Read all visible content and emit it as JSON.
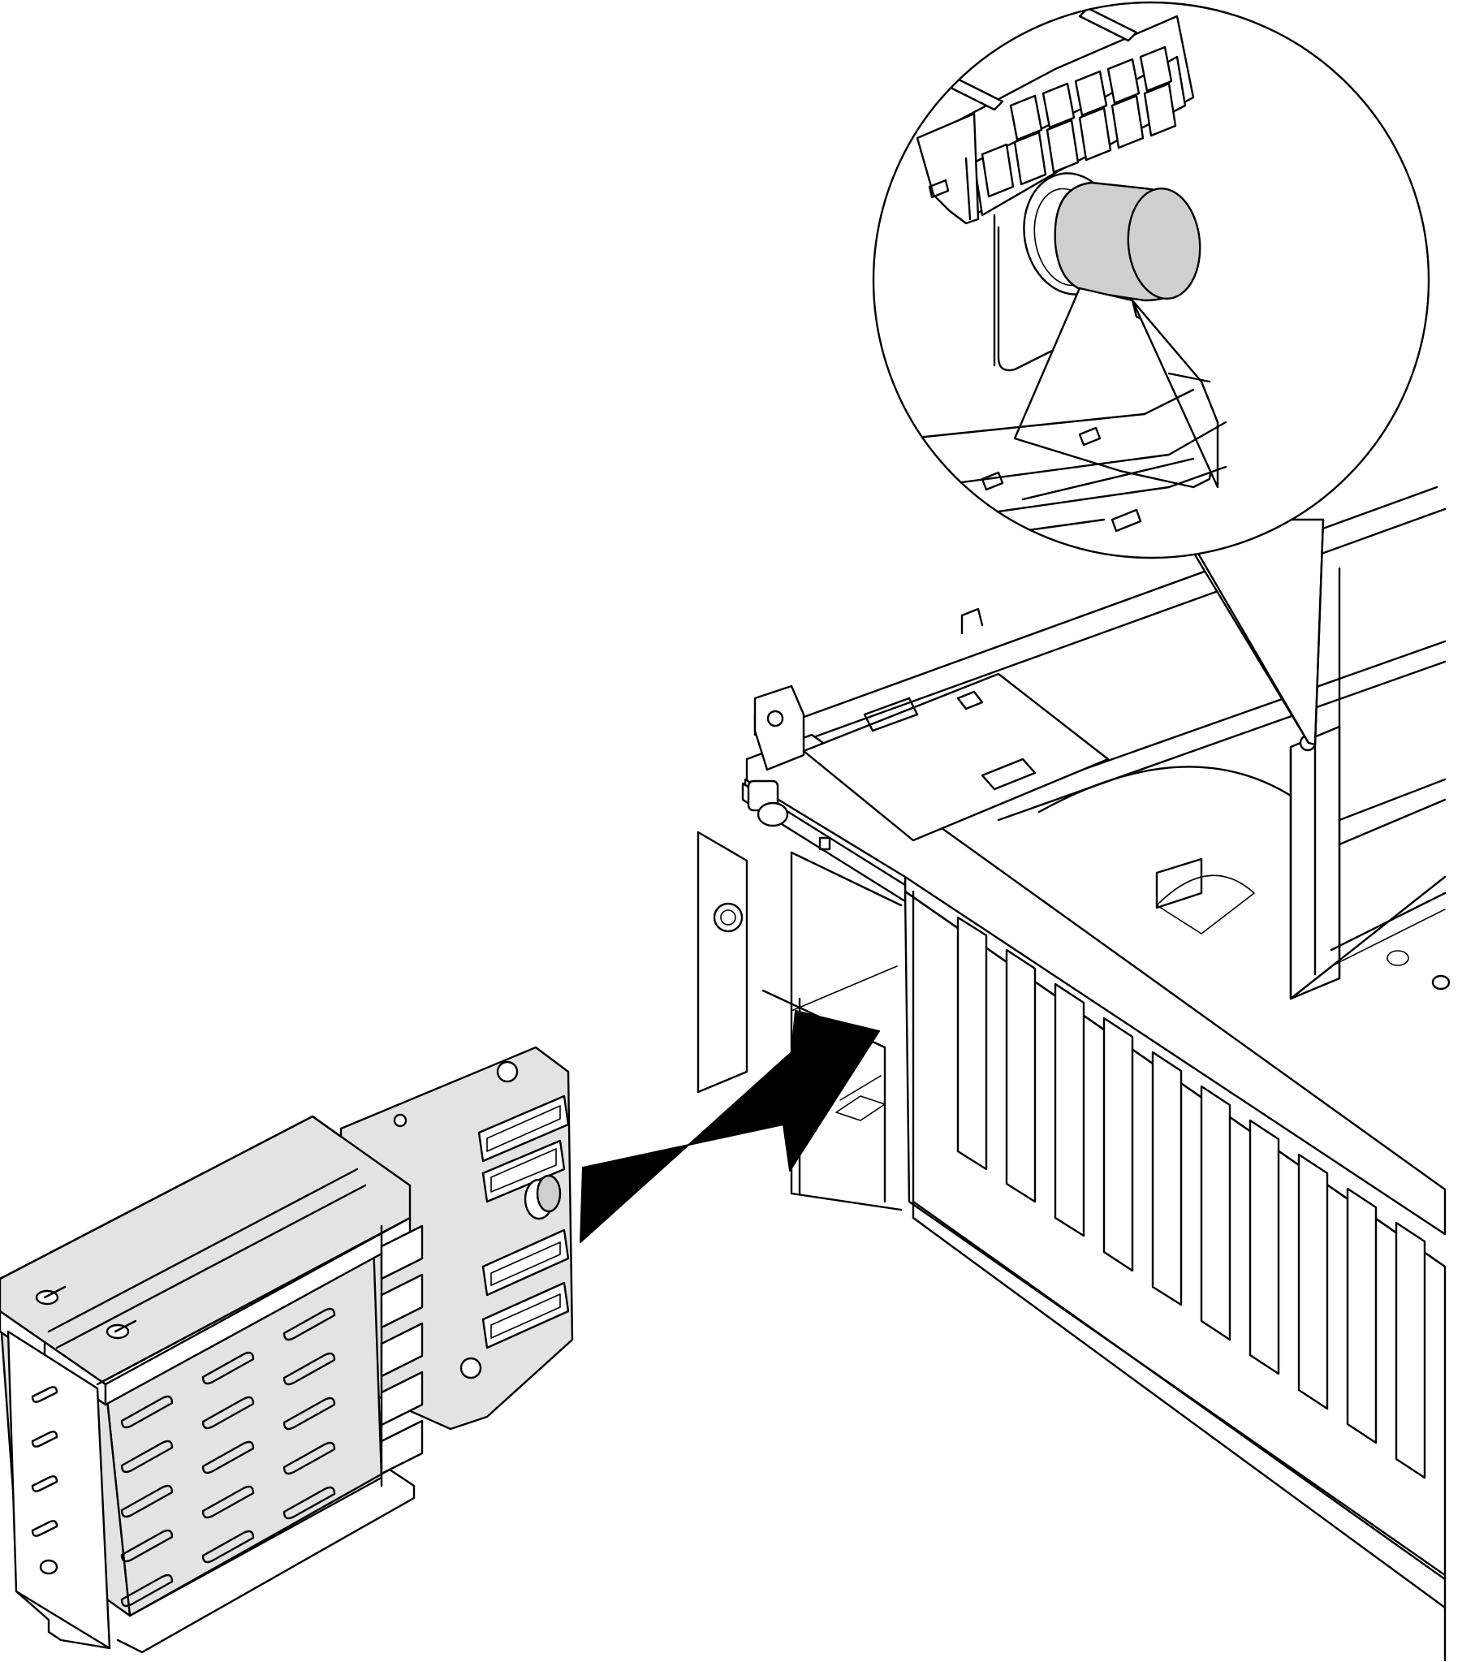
{
  "figure": {
    "kind": "installation-illustration",
    "colors": {
      "line": "#000000",
      "component_fill": "#e3e3e3",
      "plunger_fill": "#cfcfcf",
      "background": "#ffffff",
      "arrow": "#000000"
    },
    "parts": [
      {
        "name": "drive-cage-assembly"
      },
      {
        "name": "server-chassis"
      },
      {
        "name": "insertion-arrow",
        "direction": "into-chassis"
      },
      {
        "name": "detail-callout-circle",
        "shows": "plunger-and-connector"
      }
    ],
    "counts": {
      "cage_bays": 2,
      "backplane_connectors": 4,
      "chassis_front_slots": 10
    }
  }
}
